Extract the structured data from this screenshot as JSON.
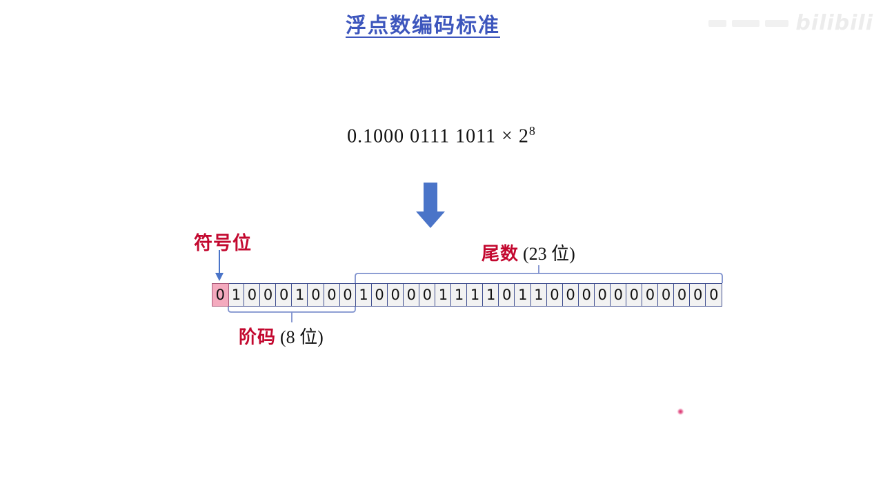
{
  "title": "浮点数编码标准",
  "watermark": {
    "text": "bilibili"
  },
  "formula": {
    "body": "0.1000 0111 1011",
    "times": "×",
    "base": "2",
    "exponent": "8"
  },
  "bit_row": {
    "bits": "01000100010000111101100000000000",
    "sign_bit_index": 0,
    "sign_bit": "0",
    "exponent_bits": "10001000",
    "mantissa_bits": "10000111101100000000000",
    "total_bits": 32
  },
  "labels": {
    "sign": "符号位",
    "exponent_name": "阶码",
    "exponent_size": "(8 位)",
    "mantissa_name": "尾数",
    "mantissa_size": "(23 位)"
  },
  "colors": {
    "title_blue": "#3d56bd",
    "arrow_blue": "#4a74c8",
    "bracket_blue": "#7d90cd",
    "cell_border_blue": "#3f4e8f",
    "cell_bg": "#f2f2f2",
    "sign_cell_bg": "#f4aabe",
    "sign_cell_border": "#a85878",
    "label_red": "#c3082f",
    "laser_dot": "#d81b60",
    "watermark_gray": "#ececec"
  }
}
